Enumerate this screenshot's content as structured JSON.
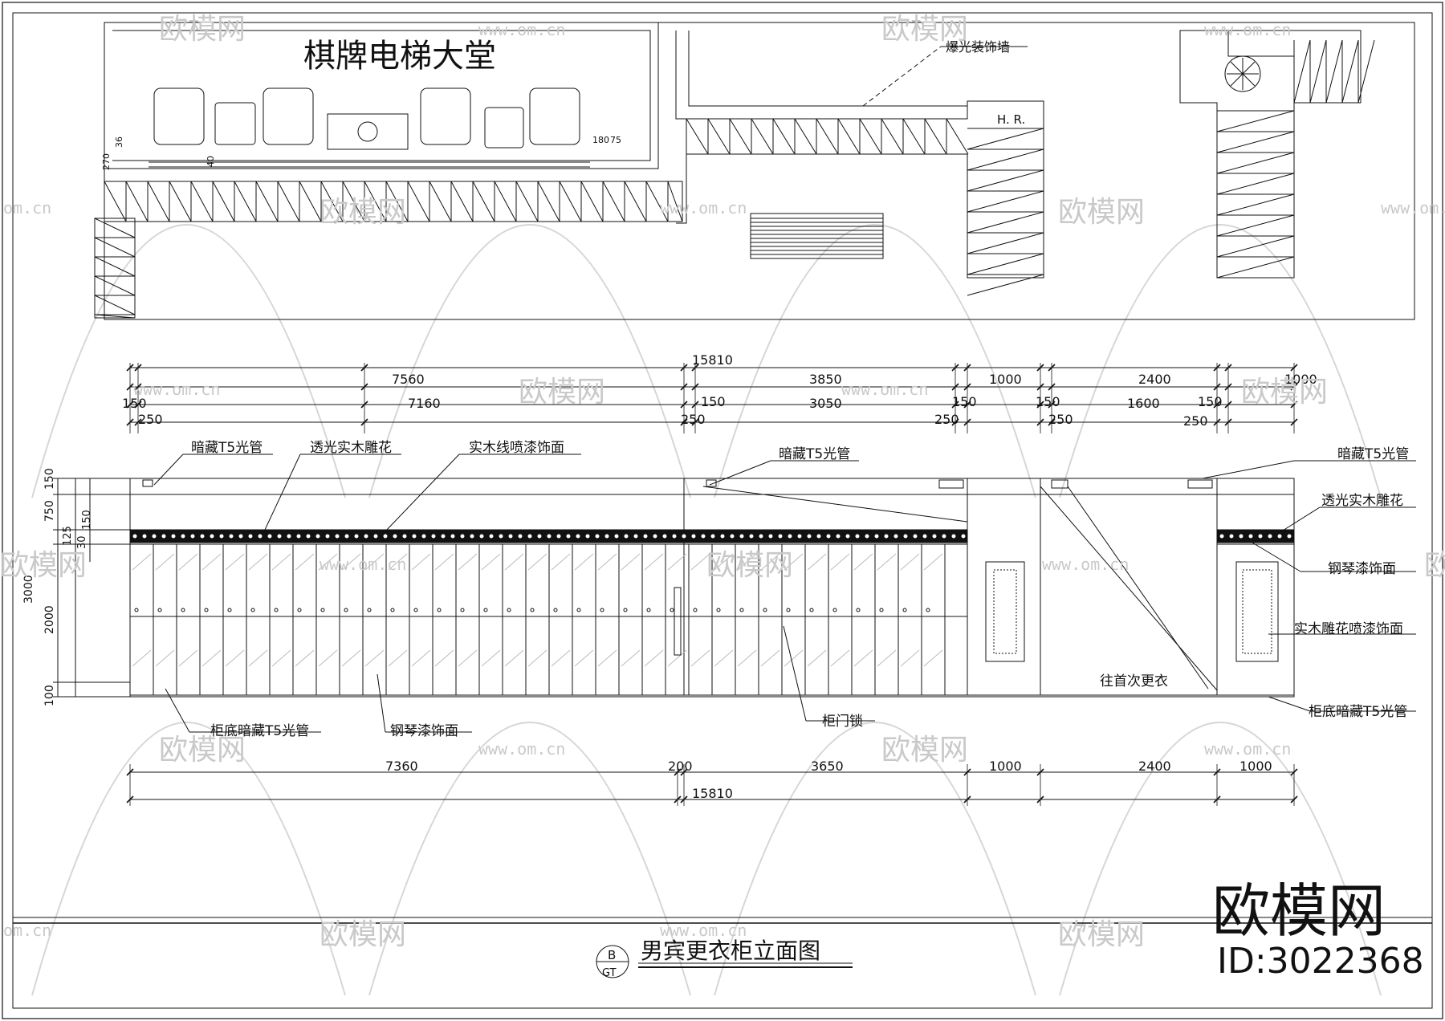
{
  "plan": {
    "room_title": "棋牌电梯大堂",
    "wall_label": "爆光装饰墙",
    "hr_label": "H. R.",
    "small_dims": [
      "270",
      "36",
      "40",
      "180",
      "75"
    ]
  },
  "elevation": {
    "top_dims": {
      "overall": "15810",
      "row2": [
        "7560",
        "3850",
        "1000",
        "2400",
        "1000"
      ],
      "row3": [
        "150",
        "7160",
        "150",
        "3050",
        "150",
        "150",
        "1600",
        "150"
      ],
      "row4": [
        "250",
        "250",
        "250",
        "250",
        "250"
      ]
    },
    "left_dims": [
      "150",
      "750",
      "125",
      "30",
      "150",
      "3000",
      "2000",
      "100"
    ],
    "bottom_dims": {
      "row1": [
        "7360",
        "200",
        "3650",
        "1000",
        "2400",
        "1000"
      ],
      "overall": "15810"
    },
    "labels": {
      "hidden_t5_left": "暗藏T5光管",
      "carving_left": "透光实木雕花",
      "wood_line_paint": "实木线喷漆饰面",
      "hidden_t5_mid": "暗藏T5光管",
      "hidden_t5_right": "暗藏T5光管",
      "carving_right": "透光实木雕花",
      "piano_paint_right": "钢琴漆饰面",
      "carving_paint": "实木雕花喷漆饰面",
      "to_first_changing": "往首次更衣",
      "cabinet_base_t5_left": "柜底暗藏T5光管",
      "piano_paint_bottom": "钢琴漆饰面",
      "cabinet_lock": "柜门锁",
      "cabinet_base_t5_right": "柜底暗藏T5光管"
    }
  },
  "title_block": {
    "title": "男宾更衣柜立面图",
    "ref_top": "B",
    "ref_bottom": "GT"
  },
  "watermark": {
    "brand": "欧模网",
    "id": "ID:3022368",
    "url": "www.om.cn",
    "url_short": "om.cn"
  },
  "colors": {
    "line": "#111111",
    "watermark": "#c9c9c9"
  }
}
